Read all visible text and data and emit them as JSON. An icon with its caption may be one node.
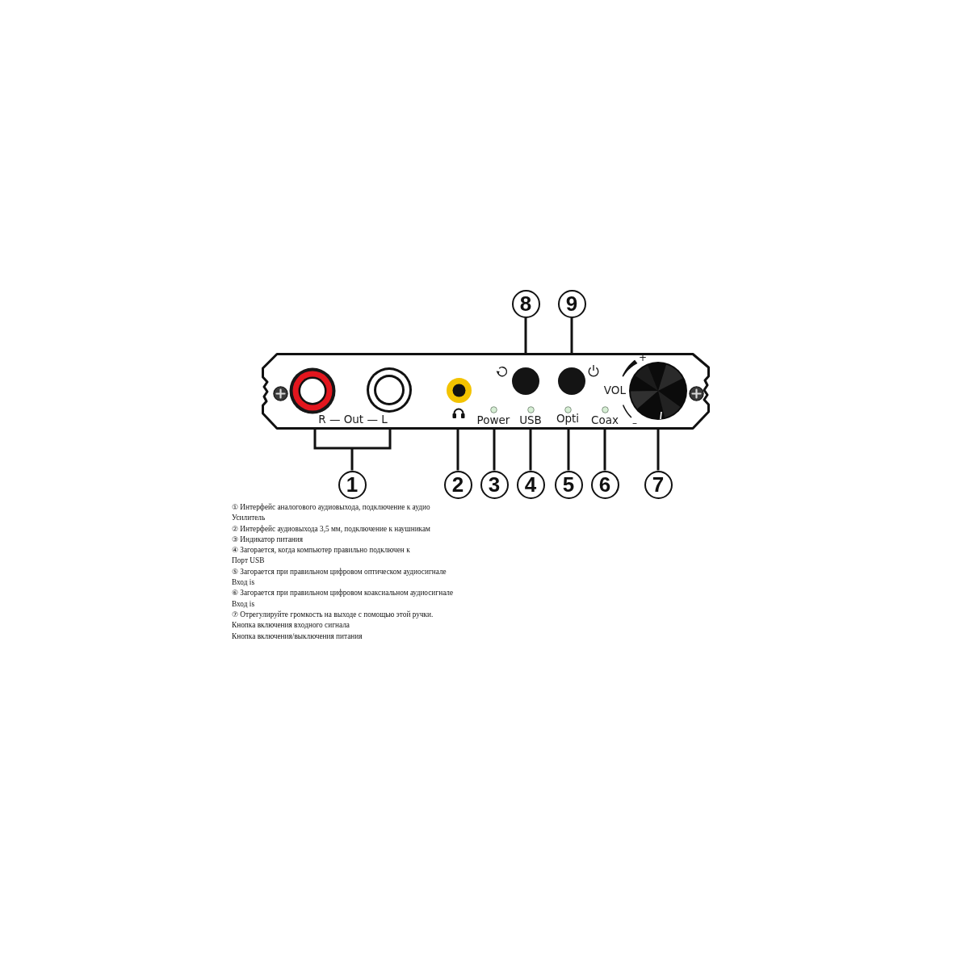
{
  "diagram": {
    "nodes": [
      {
        "text": [
          "8"
        ]
      },
      {
        "text": [
          "9"
        ]
      },
      {
        "text": [
          "R — Out — L",
          "Power",
          "USB",
          "Opti",
          "Coax",
          "+",
          "VOL",
          "–"
        ]
      },
      {
        "text": [
          "1"
        ]
      },
      {
        "text": [
          "2"
        ]
      },
      {
        "text": [
          "3"
        ]
      },
      {
        "text": [
          "4"
        ]
      },
      {
        "text": [
          "5"
        ]
      },
      {
        "text": [
          "6"
        ]
      },
      {
        "text": [
          "7"
        ]
      }
    ],
    "edges": [
      {
        "from": 0,
        "to": 2,
        "arrow": "none"
      },
      {
        "from": 1,
        "to": 2,
        "arrow": "none"
      },
      {
        "from": 3,
        "to": 2,
        "arrow": "none"
      },
      {
        "from": 4,
        "to": 2,
        "arrow": "none"
      },
      {
        "from": 5,
        "to": 2,
        "arrow": "none"
      },
      {
        "from": 6,
        "to": 2,
        "arrow": "none"
      },
      {
        "from": 7,
        "to": 2,
        "arrow": "none"
      },
      {
        "from": 8,
        "to": 2,
        "arrow": "none"
      },
      {
        "from": 9,
        "to": 2,
        "arrow": "none"
      }
    ],
    "labels": [
      "① Интерфейс аналогового аудиовыхода, подключение к аудио Усилитель",
      "② Интерфейс аудиовыхода 3,5 мм, подключение к наушникам",
      "③ Индикатор питания",
      "④ Загорается, когда компьютер правильно подключен к Порт USB",
      "⑤ Загорается при правильном цифровом оптическом аудиосигнале Вход is",
      "⑥ Загорается при правильном цифровом коаксиальном аудиосигнале Вход is",
      "⑦ Отрегулируйте громкость на выходе с помощью этой ручки.",
      "Кнопка включения входного сигнала",
      "Кнопка включения/выключения питания"
    ]
  }
}
